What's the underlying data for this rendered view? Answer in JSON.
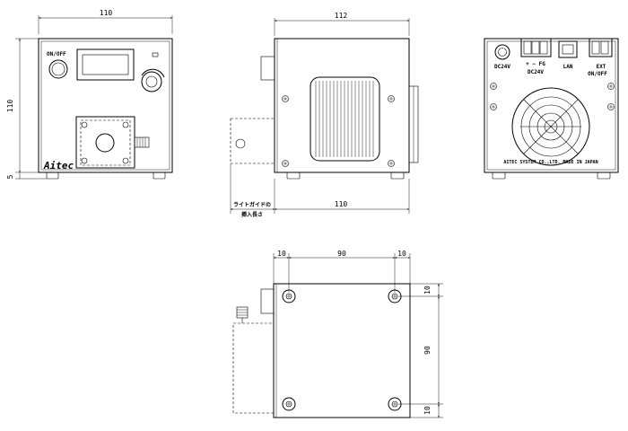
{
  "front_view": {
    "width_dim": "110",
    "height_dim": "110",
    "foot_dim": "5",
    "power_label": "ON/OFF",
    "logo_text": "Aitec"
  },
  "side_view": {
    "depth_dim": "112",
    "body_dim": "110",
    "insert_label_line1": "ライトガイドの",
    "insert_label_line2": "挿入長さ"
  },
  "rear_view": {
    "dc_label": "DC24V",
    "terminal_label": "+ − FG",
    "terminal_sub": "DC24V",
    "lan_label": "LAN",
    "ext_label": "EXT",
    "ext_sub": "ON/OFF",
    "company_text": "AITEC SYSTEM CO.,LTD. MADE IN JAPAN"
  },
  "bottom_view": {
    "edge_left": "10",
    "span_horizontal": "90",
    "edge_right": "10",
    "edge_top": "10",
    "span_vertical": "90",
    "edge_bottom": "10"
  }
}
